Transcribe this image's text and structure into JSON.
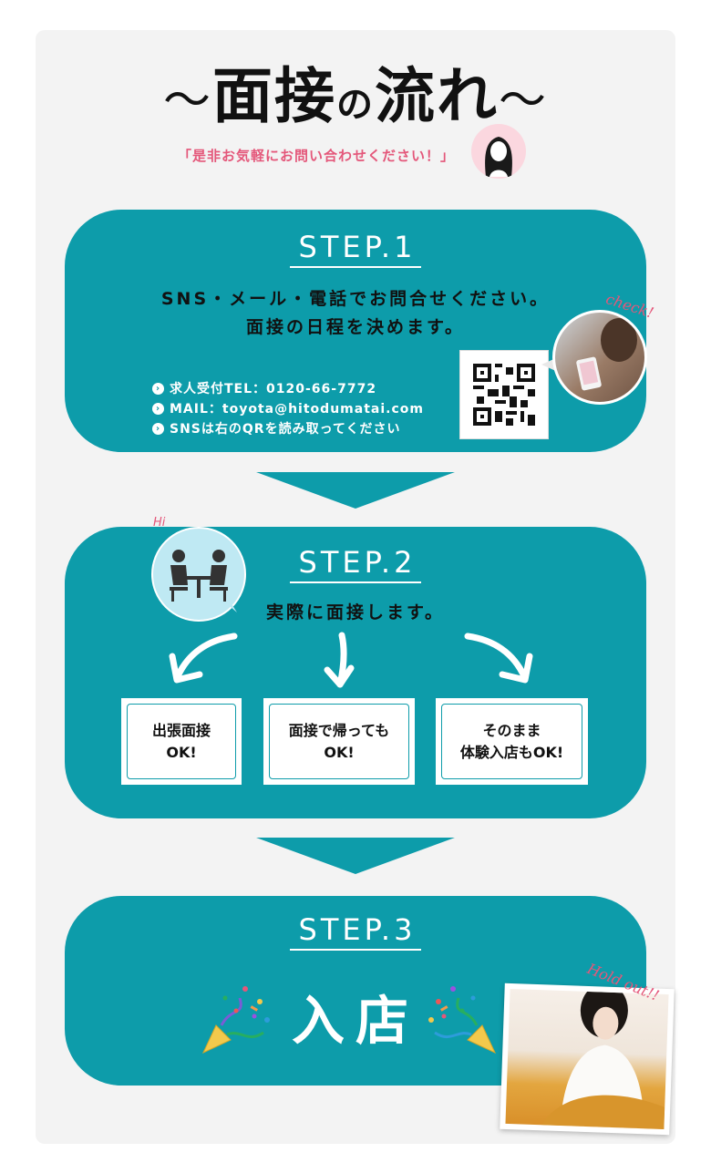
{
  "header": {
    "tilde_left": "～",
    "title_part1": "面接",
    "title_particle": "の",
    "title_part2": "流れ",
    "tilde_right": "～",
    "subtitle": "「是非お気軽にお問い合わせください！」"
  },
  "step1": {
    "title": "STEP.1",
    "line1": "SNS・メール・電話でお問合せください。",
    "line2": "面接の日程を決めます。",
    "info": [
      "求人受付TEL：0120-66-7772",
      "MAIL：toyota@hitodumatai.com",
      "SNSは右のQRを読み取ってください"
    ],
    "badge": "check!"
  },
  "step2": {
    "title": "STEP.2",
    "text": "実際に面接します。",
    "badge": "Hi",
    "options": [
      "出張面接\nOK!",
      "面接で帰っても\nOK!",
      "そのまま\n体験入店もOK!"
    ]
  },
  "step3": {
    "title": "STEP.3",
    "text": "入店",
    "badge": "Hold out!!"
  },
  "colors": {
    "teal": "#0d9caa",
    "pink": "#e4577a",
    "panel": "#f3f3f3"
  },
  "icons": {
    "bullet": "chevron-right-icon",
    "meeting": "meeting-icon",
    "party": "party-popper-icon"
  }
}
